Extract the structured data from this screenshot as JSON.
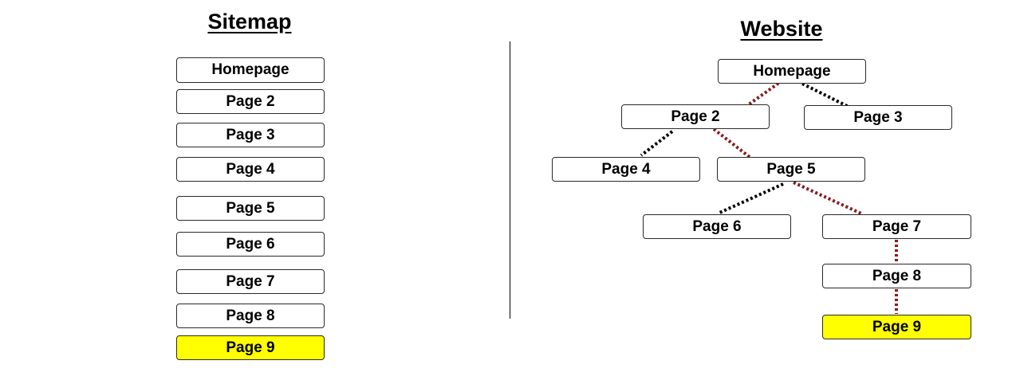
{
  "sitemap": {
    "title": "Sitemap",
    "items": [
      "Homepage",
      "Page 2",
      "Page 3",
      "Page 4",
      "Page 5",
      "Page 6",
      "Page 7",
      "Page 8",
      "Page 9"
    ],
    "highlighted": "Page 9"
  },
  "website": {
    "title": "Website",
    "nodes": {
      "homepage": "Homepage",
      "page2": "Page 2",
      "page3": "Page 3",
      "page4": "Page 4",
      "page5": "Page 5",
      "page6": "Page 6",
      "page7": "Page 7",
      "page8": "Page 8",
      "page9": "Page 9"
    },
    "links": [
      {
        "from": "homepage",
        "to": "page2",
        "path": true
      },
      {
        "from": "homepage",
        "to": "page3",
        "path": false
      },
      {
        "from": "page2",
        "to": "page4",
        "path": false
      },
      {
        "from": "page2",
        "to": "page5",
        "path": true
      },
      {
        "from": "page5",
        "to": "page6",
        "path": false
      },
      {
        "from": "page5",
        "to": "page7",
        "path": true
      },
      {
        "from": "page7",
        "to": "page8",
        "path": true
      },
      {
        "from": "page8",
        "to": "page9",
        "path": true
      }
    ],
    "highlighted": "page9"
  },
  "colors": {
    "highlight": "#ffff00",
    "path_link": "#8b1a1a",
    "other_link": "#000000",
    "border": "#2a2a2a"
  }
}
